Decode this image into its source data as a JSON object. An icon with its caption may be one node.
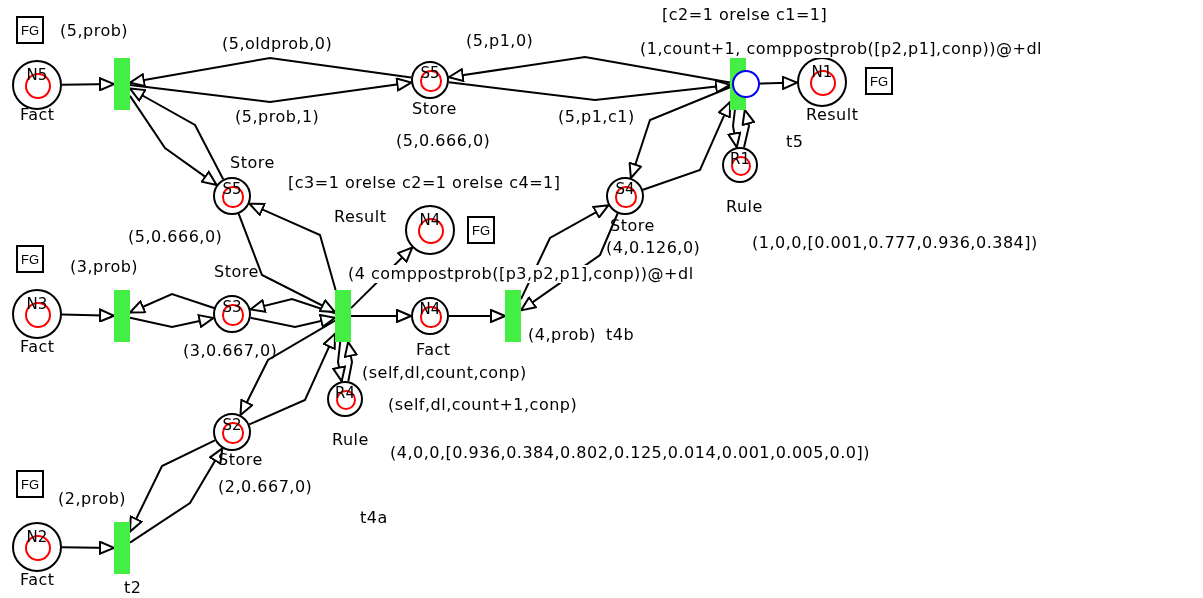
{
  "diagram": {
    "nodes": [
      {
        "text": [
          "N5"
        ],
        "beside": [
          "Fact"
        ]
      },
      {
        "text": [
          "S5"
        ],
        "beside": [
          "Store",
          "(5,0.666,0)"
        ]
      },
      {
        "text": [
          "N1"
        ],
        "beside": [
          "Result"
        ]
      },
      {
        "text": [
          "R1"
        ],
        "beside": [
          "Rule",
          "(1,0,0,[0.001,0.777,0.936,0.384])"
        ]
      },
      {
        "text": [
          "S5"
        ],
        "beside": [
          "Store",
          "(5,0.666,0)"
        ]
      },
      {
        "text": [
          "S4"
        ],
        "beside": [
          "Store",
          "(4,0.126,0)"
        ]
      },
      {
        "text": [
          "N4"
        ],
        "beside": [
          "Result"
        ]
      },
      {
        "text": [
          "N3"
        ],
        "beside": [
          "Fact"
        ]
      },
      {
        "text": [
          "S3"
        ],
        "beside": [
          "Store",
          "(3,0.667,0)"
        ]
      },
      {
        "text": [
          "N4"
        ],
        "beside": [
          "Fact"
        ]
      },
      {
        "text": [
          "R4"
        ],
        "beside": [
          "Rule",
          "(4,0,0,[0.936,0.384,0.802,0.125,0.014,0.001,0.005,0.0])"
        ]
      },
      {
        "text": [
          "S2"
        ],
        "beside": [
          "Store",
          "(2,0.667,0)"
        ]
      },
      {
        "text": [
          "N2"
        ],
        "beside": [
          "Fact"
        ]
      },
      {
        "text": [],
        "shape": "bar"
      },
      {
        "text": [],
        "shape": "bar"
      },
      {
        "text": [],
        "shape": "bar"
      },
      {
        "text": [],
        "shape": "bar"
      },
      {
        "text": [],
        "shape": "bar"
      },
      {
        "text": [],
        "shape": "bar"
      },
      {
        "text": [
          "FG"
        ]
      },
      {
        "text": [
          "FG"
        ]
      },
      {
        "text": [
          "FG"
        ]
      },
      {
        "text": [
          "FG"
        ]
      },
      {
        "text": [
          "FG"
        ]
      }
    ],
    "edges": [
      {
        "from": 0,
        "to": 13,
        "arrow": "to",
        "label": "(5,prob)"
      },
      {
        "from": 1,
        "to": 13,
        "arrow": "to",
        "label": "(5,oldprob,0)"
      },
      {
        "from": 13,
        "to": 1,
        "arrow": "to",
        "label": "(5,prob,1)"
      },
      {
        "from": 13,
        "to": 4,
        "arrow": "to"
      },
      {
        "from": 4,
        "to": 13,
        "arrow": "to"
      },
      {
        "from": 14,
        "to": 1,
        "arrow": "to",
        "label": "(5,p1,0)"
      },
      {
        "from": 1,
        "to": 14,
        "arrow": "to",
        "label": "(5,p1,c1)"
      },
      {
        "from": 14,
        "to": 2,
        "arrow": "to",
        "label": "(1,count+1, comppostprob([p2,p1],conp))@+dl"
      },
      {
        "from": 14,
        "to": 3,
        "arrow": "to"
      },
      {
        "from": 3,
        "to": 14,
        "arrow": "to"
      },
      {
        "from": 14,
        "to": 5,
        "arrow": "to"
      },
      {
        "from": 5,
        "to": 14,
        "arrow": "to"
      },
      {
        "from": 17,
        "to": 5,
        "arrow": "to"
      },
      {
        "from": 5,
        "to": 17,
        "arrow": "to"
      },
      {
        "from": 7,
        "to": 15,
        "arrow": "to",
        "label": "(3,prob)"
      },
      {
        "from": 8,
        "to": 15,
        "arrow": "to"
      },
      {
        "from": 15,
        "to": 8,
        "arrow": "to"
      },
      {
        "from": 16,
        "to": 8,
        "arrow": "to"
      },
      {
        "from": 8,
        "to": 16,
        "arrow": "to"
      },
      {
        "from": 4,
        "to": 16,
        "arrow": "to"
      },
      {
        "from": 16,
        "to": 4,
        "arrow": "to"
      },
      {
        "from": 16,
        "to": 6,
        "arrow": "to",
        "label": "(4 comppostprob([p3,p2,p1],conp))@+dl"
      },
      {
        "from": 16,
        "to": 9,
        "arrow": "to"
      },
      {
        "from": 9,
        "to": 17,
        "arrow": "to",
        "label": "(4,prob)"
      },
      {
        "from": 16,
        "to": 10,
        "arrow": "to",
        "label": "(self,dl,count+1,conp)"
      },
      {
        "from": 10,
        "to": 16,
        "arrow": "to",
        "label": "(self,dl,count,conp)"
      },
      {
        "from": 16,
        "to": 11,
        "arrow": "to"
      },
      {
        "from": 11,
        "to": 16,
        "arrow": "to"
      },
      {
        "from": 11,
        "to": 18,
        "arrow": "to"
      },
      {
        "from": 18,
        "to": 11,
        "arrow": "to"
      },
      {
        "from": 12,
        "to": 18,
        "arrow": "to",
        "label": "(2,prob)"
      }
    ],
    "labels": [
      "[c2=1 orelse c1=1]",
      "t5",
      "[c3=1 orelse c2=1 orelse c4=1]",
      "t4b",
      "t4a",
      "t2"
    ]
  }
}
